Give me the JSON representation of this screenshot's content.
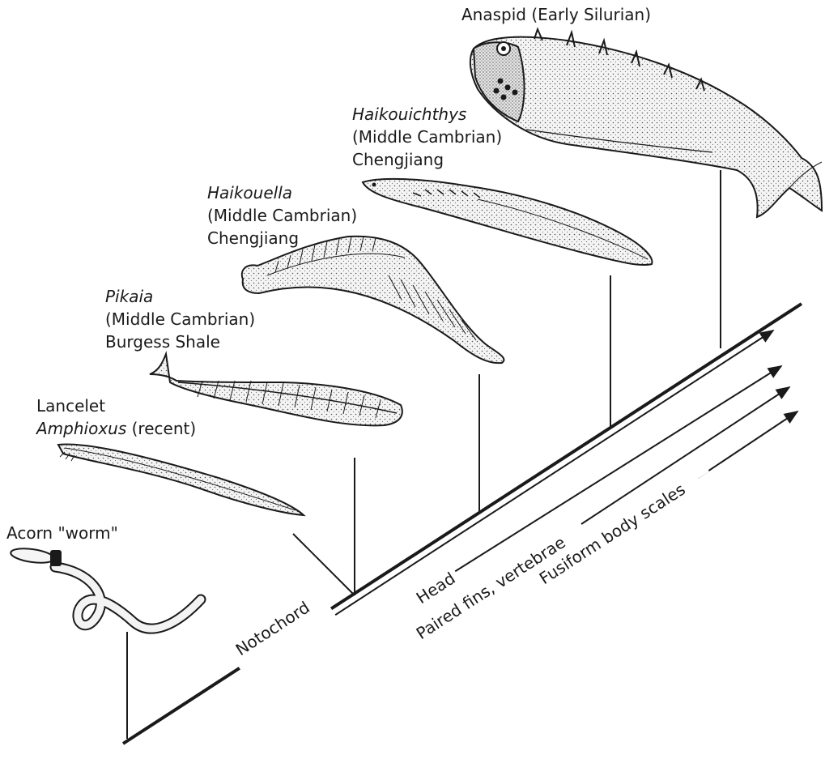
{
  "taxa": {
    "acorn_worm": {
      "name": "Acorn \"worm\""
    },
    "lancelet": {
      "name": "Lancelet",
      "genus": "Amphioxus",
      "age": "(recent)"
    },
    "pikaia": {
      "genus": "Pikaia",
      "age": "(Middle Cambrian)",
      "site": "Burgess Shale"
    },
    "haikouella": {
      "genus": "Haikouella",
      "age": "(Middle Cambrian)",
      "site": "Chengjiang"
    },
    "haikouichthys": {
      "genus": "Haikouichthys",
      "age": "(Middle Cambrian)",
      "site": "Chengjiang"
    },
    "anaspid": {
      "name": "Anaspid (Early Silurian)"
    }
  },
  "characters": {
    "notochord": "Notochord",
    "head": "Head",
    "paired_fins": "Paired fins, vertebrae",
    "fusiform": "Fusiform body scales"
  },
  "colors": {
    "ink": "#1a1a1a",
    "paper": "#ffffff",
    "body_fill": "#ececec"
  }
}
